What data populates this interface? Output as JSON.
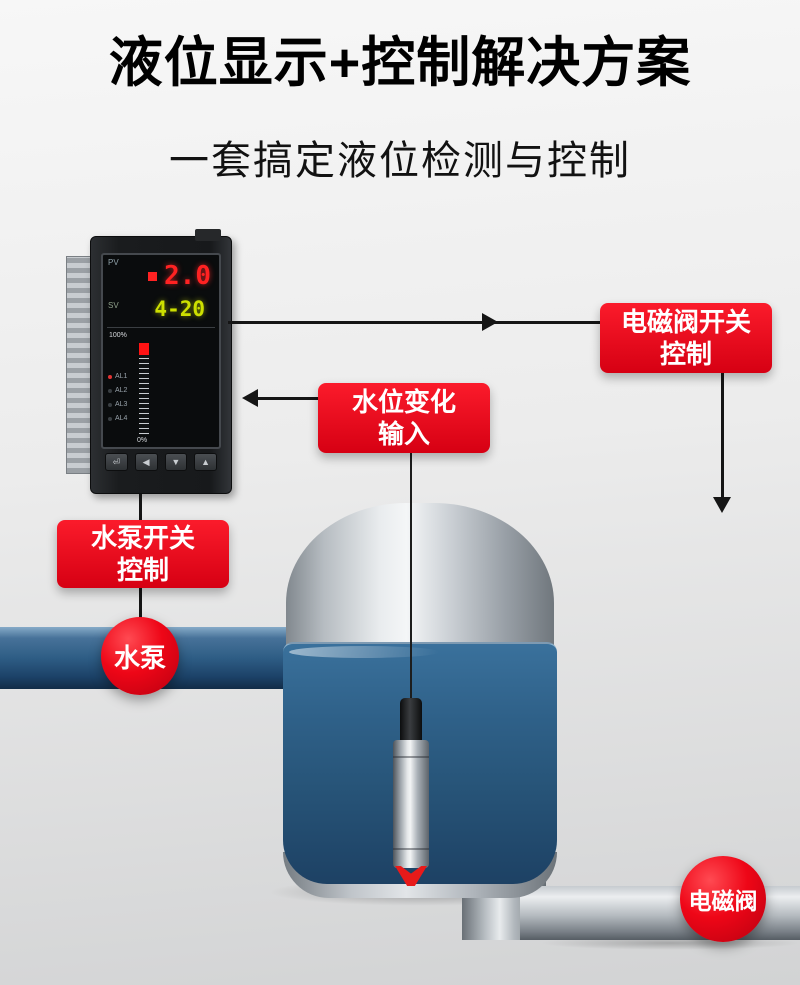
{
  "header": {
    "title": "液位显示+控制解决方案",
    "subtitle": "一套搞定液位检测与控制"
  },
  "device": {
    "pv_label": "PV",
    "sv_label": "SV",
    "pv_value": "2.0",
    "sv_value": "4-20",
    "scale_top": "100%",
    "scale_bottom": "0%",
    "indicators": [
      "AL1",
      "AL2",
      "AL3",
      "AL4"
    ],
    "buttons": [
      "⏎",
      "◀",
      "▼",
      "▲"
    ]
  },
  "callouts": {
    "valve_control": {
      "line1": "电磁阀开关",
      "line2": "控制"
    },
    "level_input": {
      "line1": "水位变化",
      "line2": "输入"
    },
    "pump_control": {
      "line1": "水泵开关",
      "line2": "控制"
    }
  },
  "nodes": {
    "pump": "水泵",
    "valve": "电磁阀"
  },
  "colors": {
    "accent_red": "#e60012",
    "water_blue": "#2b5d84",
    "pv_red": "#ff2222",
    "sv_yellow_green": "#cde000",
    "pipe_blue": "#2e5d85",
    "metal_gray": "#b2b8bd"
  }
}
